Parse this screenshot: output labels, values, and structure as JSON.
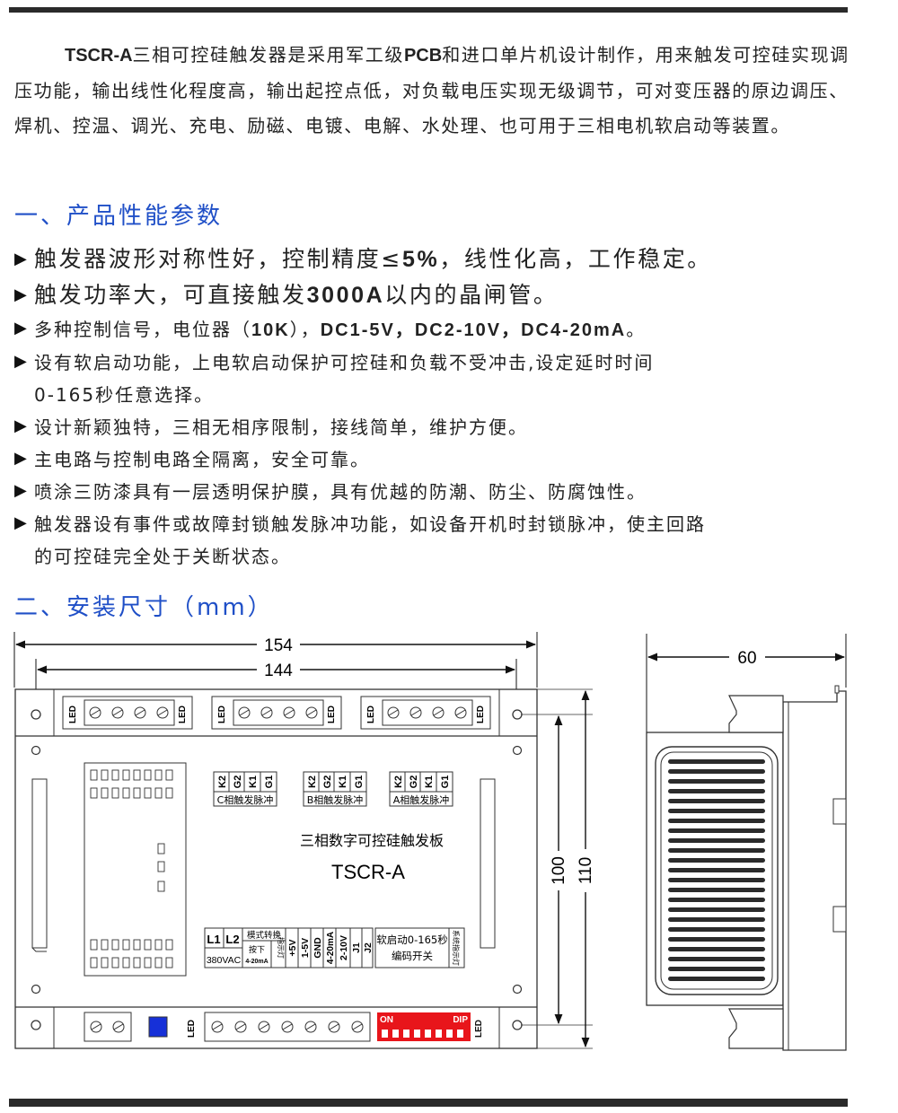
{
  "intro": {
    "model": "TSCR-A",
    "text1": "三相可控硅触发器是采用军工级",
    "pcb": "PCB",
    "text2": "和进口单片机设计制作，用来触发可控硅实现调压功能，输出线性化程度高，输出起控点低，对负载电压实现无级调节，可对变压器的原边调压、焊机、控温、调光、充电、励磁、电镀、电解、水处理、也可用于三相电机软启动等装置。"
  },
  "section1": {
    "title": "一、产品性能参数"
  },
  "features": [
    {
      "pre": "触发器波形对称性好，控制精度≤",
      "bold": "5%",
      "post": "，线性化高，工作稳定。"
    },
    {
      "pre": "触发功率大，可直接触发",
      "bold": "3000A",
      "post": "以内的晶闸管。"
    },
    {
      "pre": "多种控制信号，电位器（",
      "bold": "10K",
      "post": "），",
      "bold2": "DC1-5V，DC2-10V，DC4-20mA",
      "post2": "。"
    },
    {
      "pre": "设有软启动功能，上电软启动保护可控硅和负载不受冲击,设定延时时间",
      "line2": "0-165秒任意选择。"
    },
    {
      "pre": "设计新颖独特，三相无相序限制，接线简单，维护方便。"
    },
    {
      "pre": "主电路与控制电路全隔离，安全可靠。"
    },
    {
      "pre": "喷涂三防漆具有一层透明保护膜，具有优越的防潮、防尘、防腐蚀性。"
    },
    {
      "pre": "触发器设有事件或故障封锁触发脉冲功能，如设备开机时封锁脉冲，使主回路",
      "line2": "的可控硅完全处于关断状态。"
    }
  ],
  "section2": {
    "title": "二、安装尺寸（mm）"
  },
  "diagram": {
    "dim_total_width": "154",
    "dim_hole_width": "144",
    "dim_height_inner": "100",
    "dim_height_outer": "110",
    "dim_depth": "60",
    "led": "LED",
    "pulse_pins": [
      "K2",
      "G2",
      "K1",
      "G1"
    ],
    "pulse_c": "C相触发脉冲",
    "pulse_b": "B相触发脉冲",
    "pulse_a": "A相触发脉冲",
    "board_title": "三相数字可控硅触发板",
    "board_model": "TSCR-A",
    "l1": "L1",
    "l2": "L2",
    "vac": "380VAC",
    "mode_switch": "模式转换",
    "press": "按下",
    "ma_range": "4-20mA",
    "indicator": "指示灯",
    "terms": [
      "+5V",
      "1-5V",
      "GND",
      "4-20mA",
      "2-10V",
      "J1",
      "J2"
    ],
    "soft_start": "软启动0-165秒",
    "dip_code": "编码开关",
    "sys_indicator": "系统指示灯",
    "on": "ON",
    "dip": "DIP"
  },
  "colors": {
    "heading": "#1f4fc7",
    "dip_red": "#e8151b",
    "button_blue": "#1630d8"
  }
}
